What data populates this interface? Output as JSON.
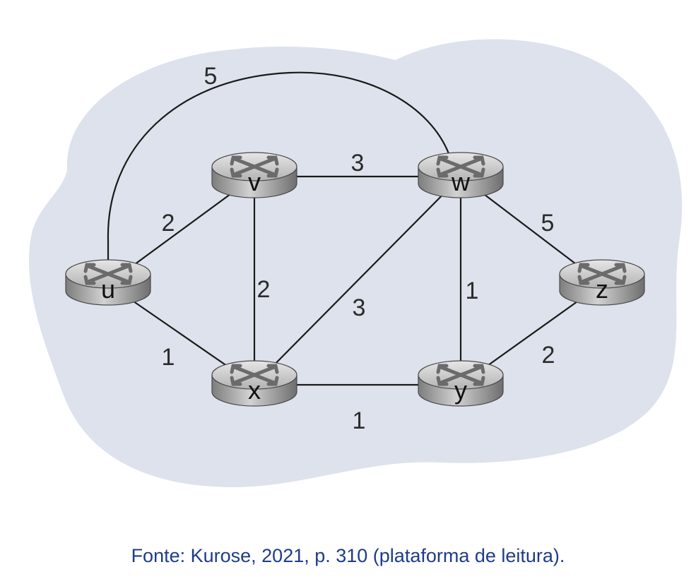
{
  "nodes": [
    {
      "id": "u",
      "label": "u"
    },
    {
      "id": "v",
      "label": "v"
    },
    {
      "id": "w",
      "label": "w"
    },
    {
      "id": "x",
      "label": "x"
    },
    {
      "id": "y",
      "label": "y"
    },
    {
      "id": "z",
      "label": "z"
    }
  ],
  "edges": [
    {
      "from": "u",
      "to": "w",
      "cost": "5"
    },
    {
      "from": "v",
      "to": "w",
      "cost": "3"
    },
    {
      "from": "u",
      "to": "v",
      "cost": "2"
    },
    {
      "from": "v",
      "to": "x",
      "cost": "2"
    },
    {
      "from": "x",
      "to": "w",
      "cost": "3"
    },
    {
      "from": "w",
      "to": "y",
      "cost": "1"
    },
    {
      "from": "w",
      "to": "z",
      "cost": "5"
    },
    {
      "from": "u",
      "to": "x",
      "cost": "1"
    },
    {
      "from": "y",
      "to": "z",
      "cost": "2"
    },
    {
      "from": "x",
      "to": "y",
      "cost": "1"
    }
  ],
  "colors": {
    "cloud": "#dde2ec",
    "link": "#1a1a1a",
    "router_top": "#c9c9c9",
    "router_side": "#8e8e8e",
    "caption": "#1f3c88"
  },
  "caption": "Fonte: Kurose, 2021, p. 310  (plataforma de leitura)."
}
